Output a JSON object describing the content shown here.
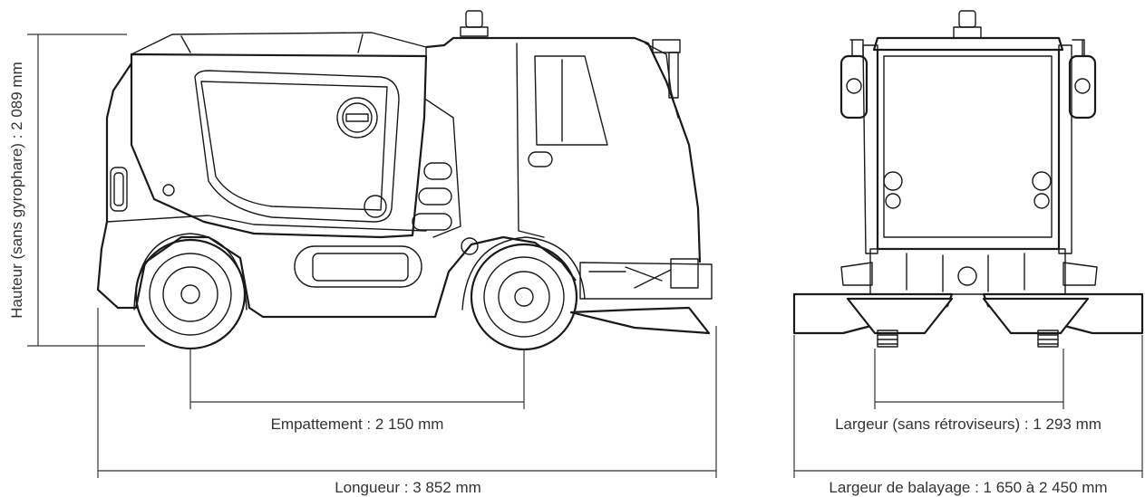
{
  "labels": {
    "height": "Hauteur (sans gyrophare) : 2 089 mm",
    "wheelbase": "Empattement : 2 150 mm",
    "length": "Longueur : 3 852 mm",
    "width": "Largeur (sans rétroviseurs)  : 1 293 mm",
    "sweep_width": "Largeur de balayage : 1 650 à 2 450 mm"
  }
}
